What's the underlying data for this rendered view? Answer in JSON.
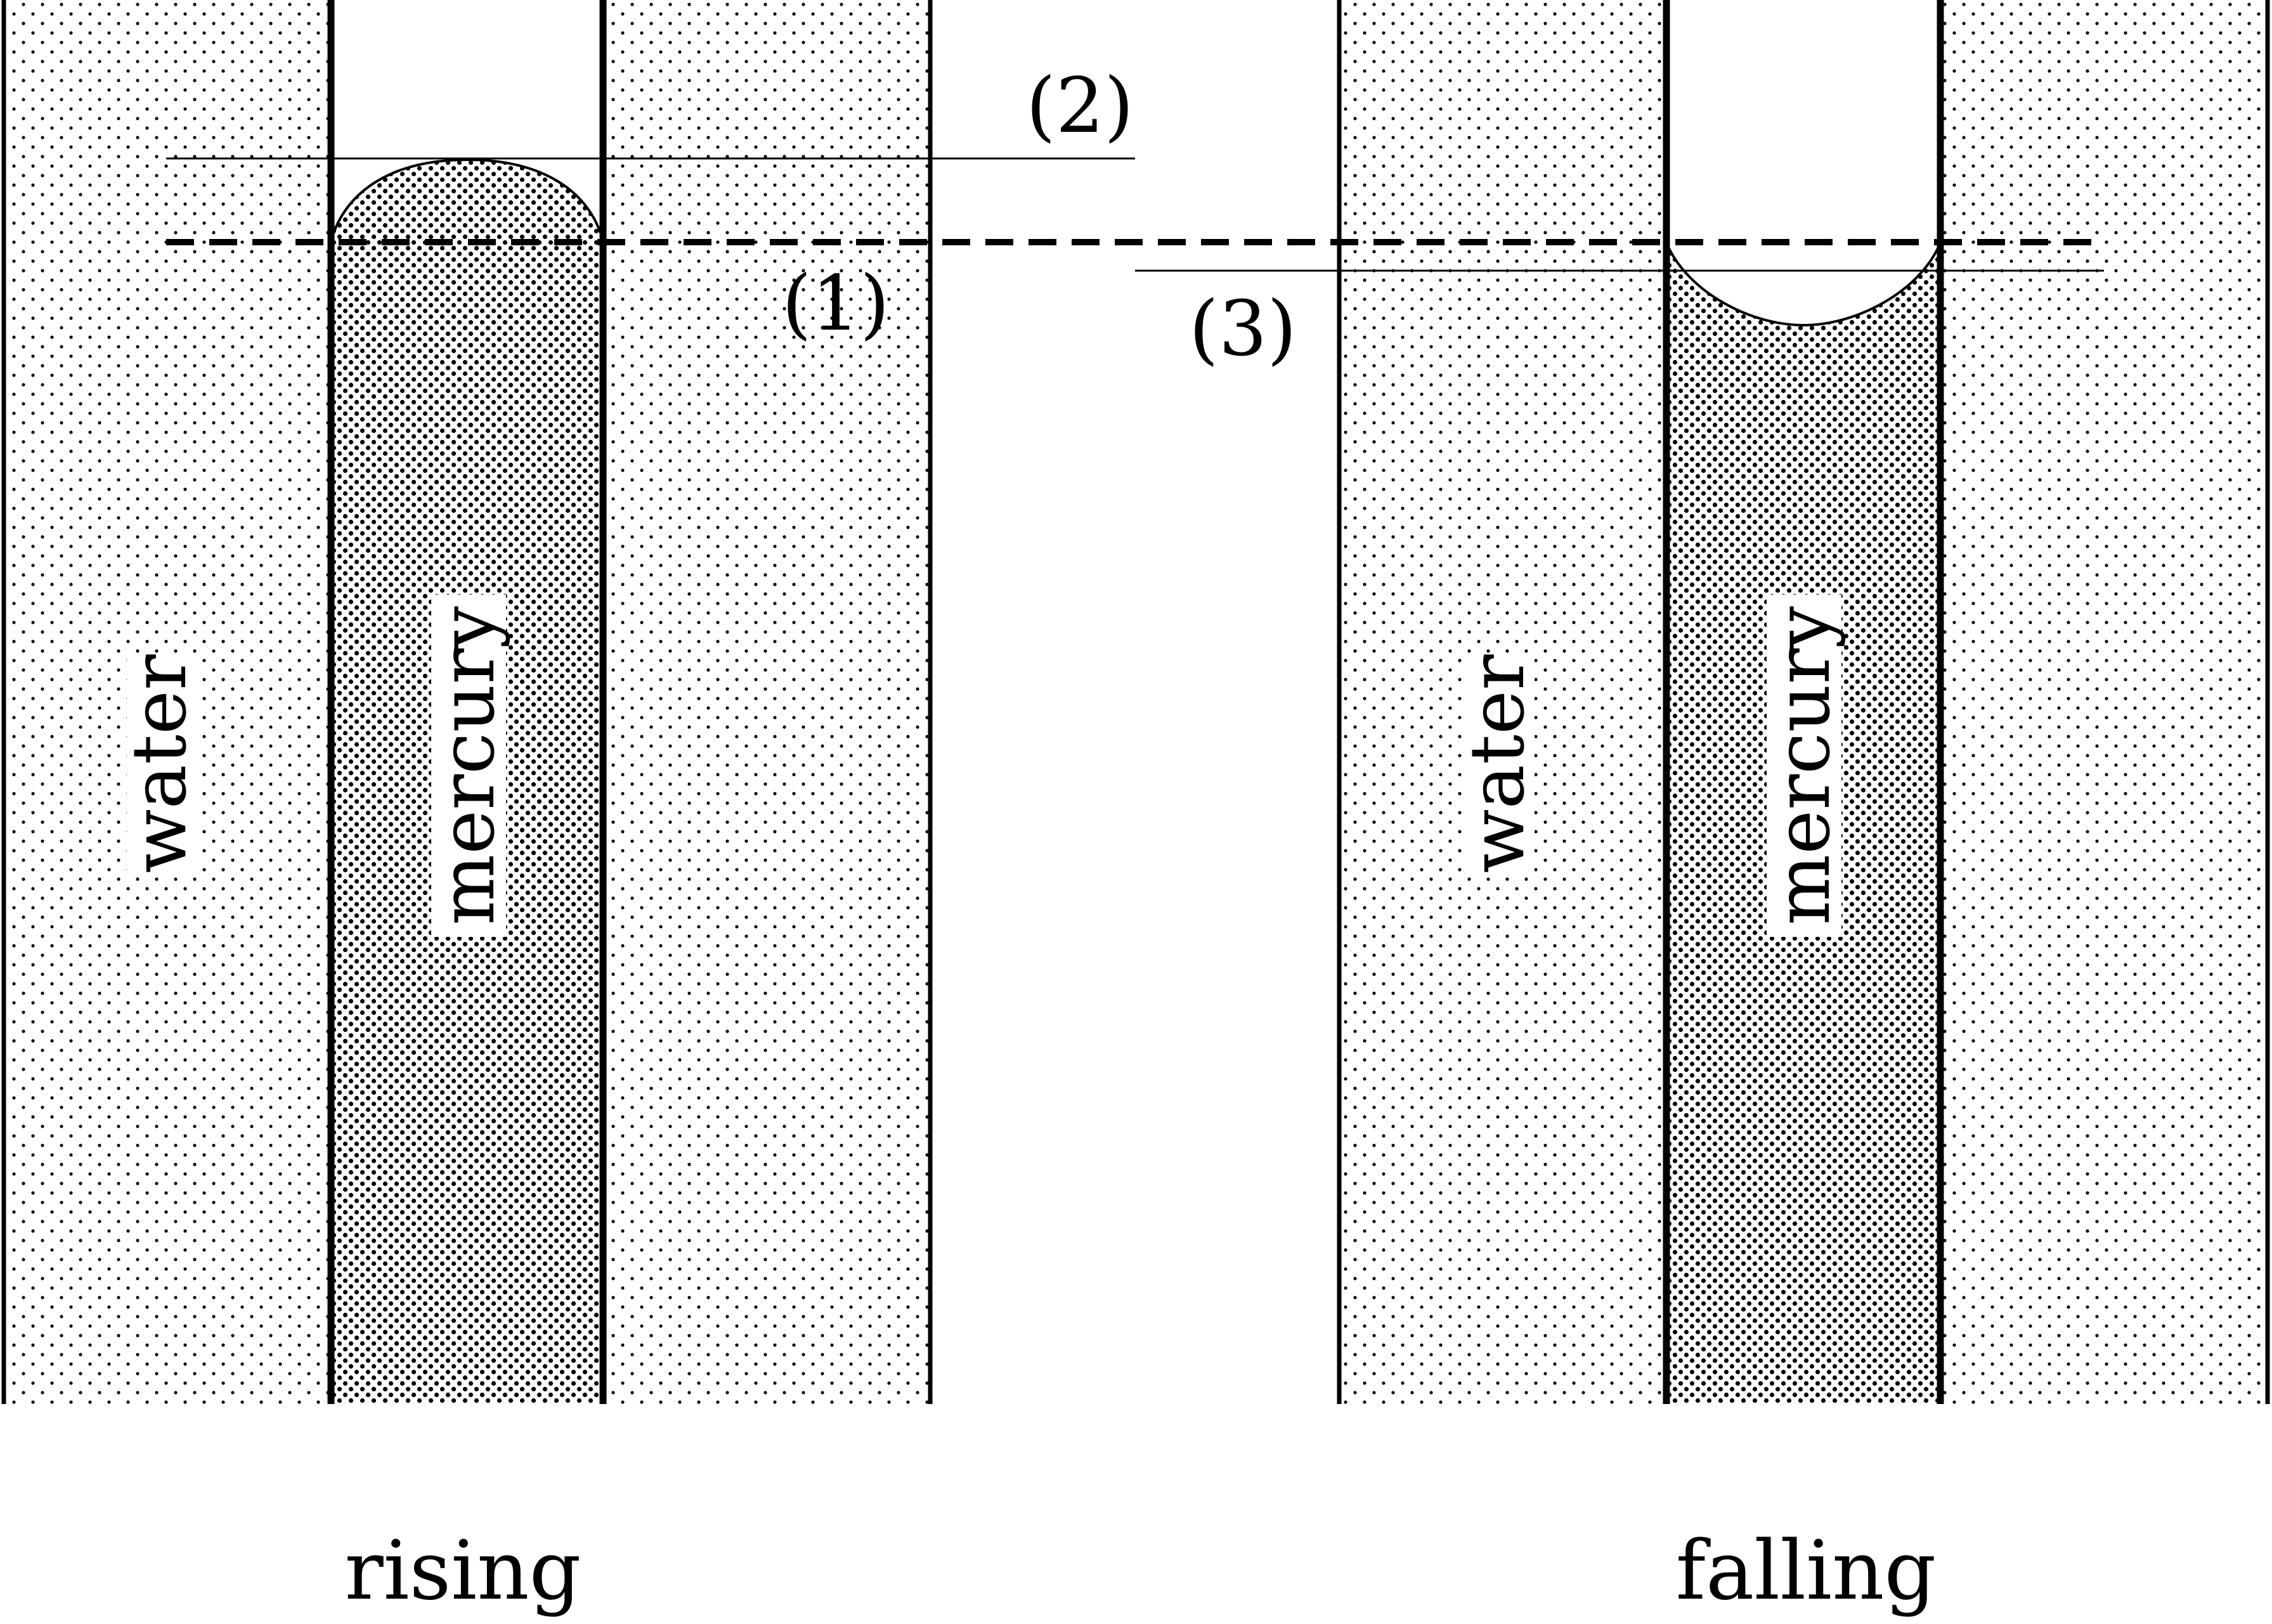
{
  "diagram": {
    "panels": [
      {
        "caption": "rising",
        "outer_fluid": "water",
        "inner_fluid": "mercury"
      },
      {
        "caption": "falling",
        "outer_fluid": "water",
        "inner_fluid": "mercury"
      }
    ],
    "levels": {
      "reference": "(1)",
      "rising_top": "(2)",
      "falling_top": "(3)"
    },
    "colors": {
      "ink": "#000000",
      "background": "#ffffff"
    }
  }
}
